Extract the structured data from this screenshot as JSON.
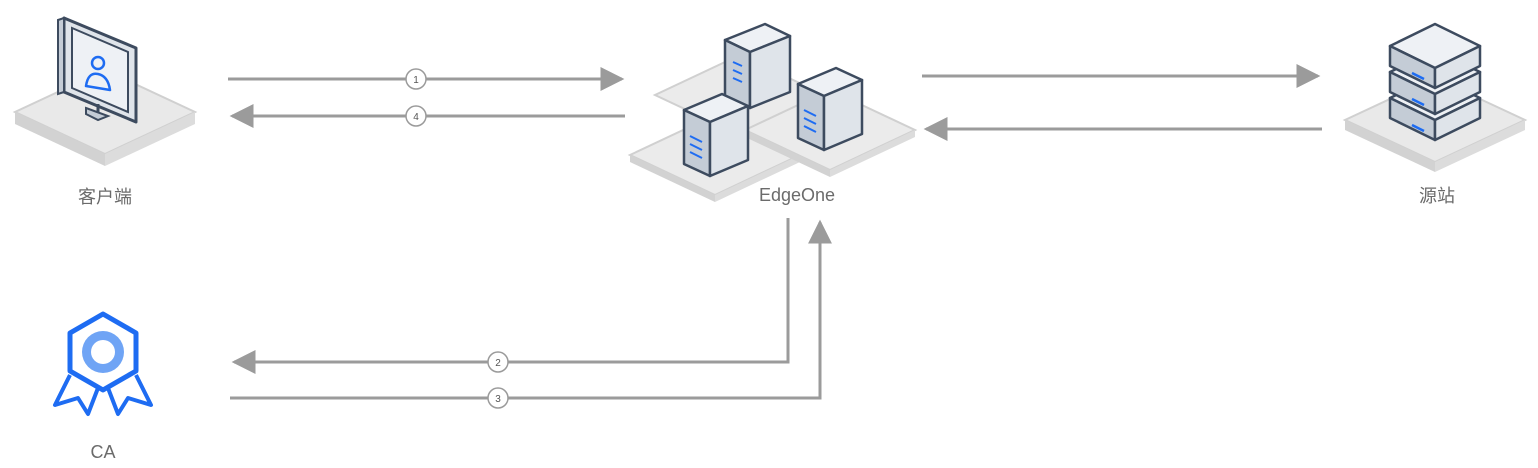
{
  "nodes": {
    "client": {
      "label": "客户端"
    },
    "edgeone": {
      "label": "EdgeOne"
    },
    "origin": {
      "label": "源站"
    },
    "ca": {
      "label": "CA"
    }
  },
  "steps": [
    "1",
    "4",
    "2",
    "3"
  ],
  "colors": {
    "arrow": "#9b9b9b",
    "platform": "#e6e6e6",
    "platform_edge": "#c8c8c8",
    "server_outline": "#3d4b5f",
    "server_face": "#dfe4ea",
    "accent_blue": "#1e6cf2",
    "accent_light_blue": "#6fa4f5"
  }
}
